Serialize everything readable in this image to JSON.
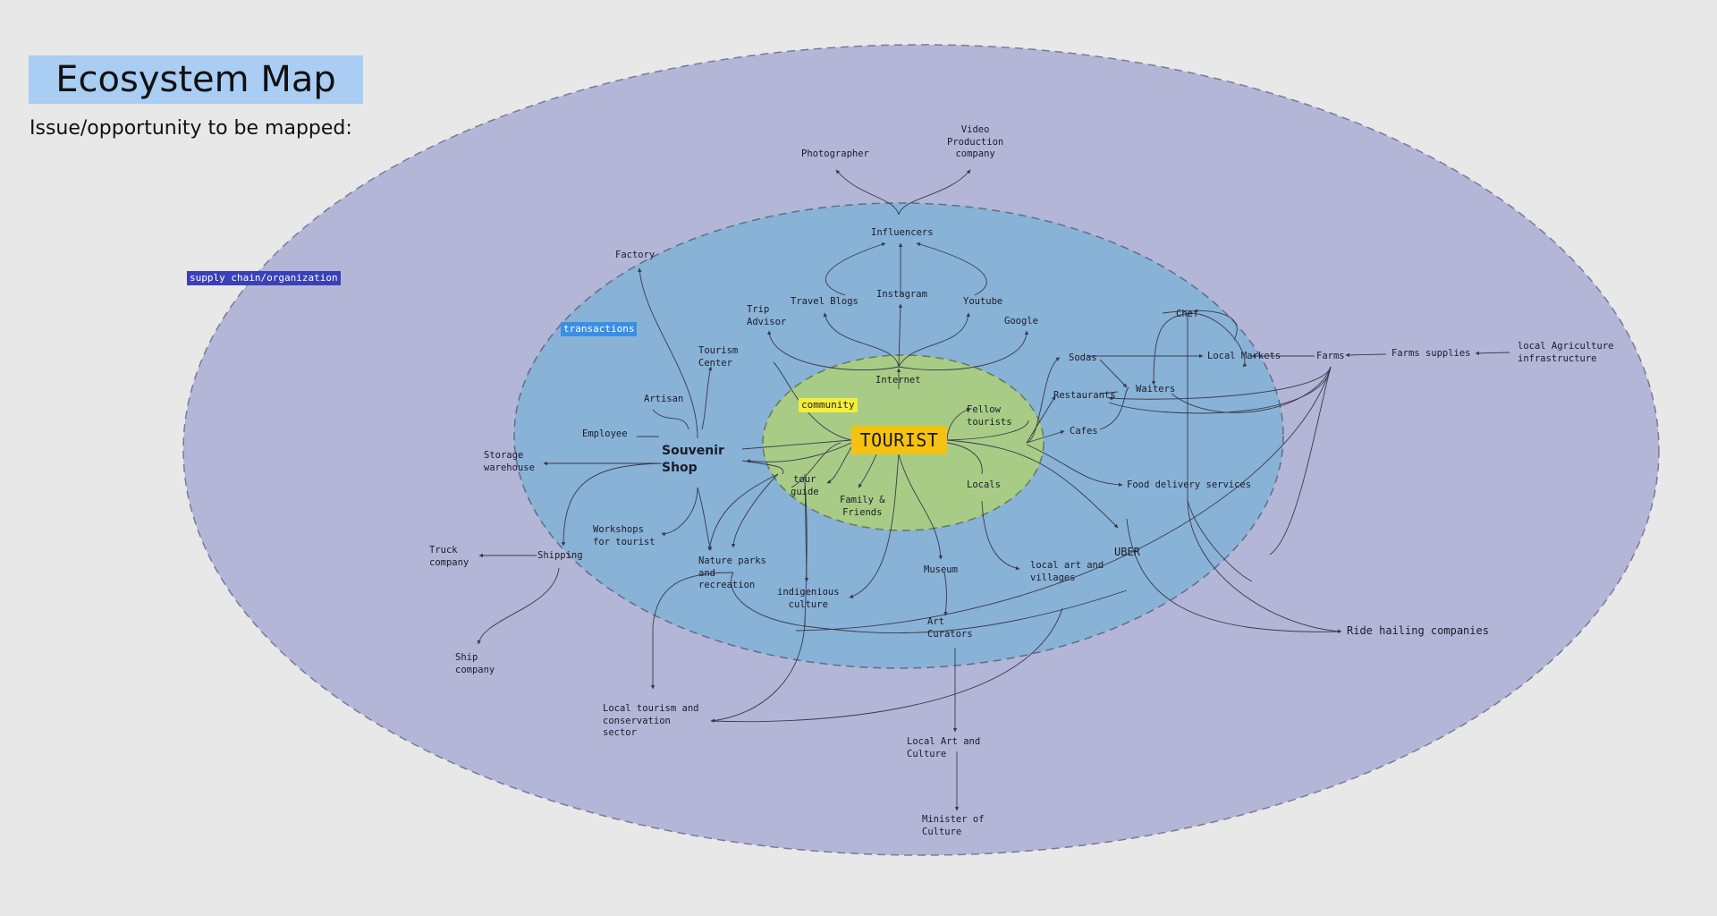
{
  "title": "Ecosystem Map",
  "subtitle": "Issue/opportunity to be mapped:",
  "rings": {
    "outer_tag": "supply chain/organization",
    "middle_tag": "transactions",
    "inner_tag": "community"
  },
  "center": "TOURIST",
  "colors": {
    "background": "#e8e8e8",
    "outer_ring": "#b4b6d8",
    "middle_ring": "#88b2d6",
    "inner_ring": "#a8cc86",
    "title_fill": "#a9cdf3",
    "center_fill": "#f6c212"
  },
  "nodes": {
    "photographer": "Photographer",
    "video_production": "Video\nProduction\ncompany",
    "influencers": "Influencers",
    "factory": "Factory",
    "travel_blogs": "Travel Blogs",
    "instagram": "Instagram",
    "youtube": "Youtube",
    "trip_advisor": "Trip\nAdvisor",
    "google": "Google",
    "chef": "Chef",
    "tourism_center": "Tourism\nCenter",
    "sodas": "Sodas",
    "local_markets": "Local Markets",
    "farms": "Farms",
    "farms_supplies": "Farms supplies",
    "local_agriculture": "local Agriculture\ninfrastructure",
    "internet": "Internet",
    "waiters": "Waiters",
    "restaurants": "Restaurants",
    "artisan": "Artisan",
    "fellow_tourists": "Fellow\ntourists",
    "cafes": "Cafes",
    "employee": "Employee",
    "souvenir_shop": "Souvenir\nShop",
    "storage_warehouse": "Storage\nwarehouse",
    "tour_guide": "tour\nguide",
    "locals": "Locals",
    "food_delivery": "Food delivery services",
    "family_friends": "Family &\nFriends",
    "workshops": "Workshops\nfor tourist",
    "uber": "UBER",
    "truck_company": "Truck\ncompany",
    "shipping": "Shipping",
    "nature_parks": "Nature parks\nand\nrecreation",
    "museum": "Museum",
    "local_art_villages": "local art and\nvillages",
    "indigenous_culture": "indigenious\nculture",
    "art_curators": "Art\nCurators",
    "ride_hailing": "Ride hailing companies",
    "ship_company": "Ship\ncompany",
    "local_tourism": "Local tourism and\nconservation\nsector",
    "local_art_culture": "Local Art and\nCulture",
    "minister_culture": "Minister of\nCulture"
  }
}
